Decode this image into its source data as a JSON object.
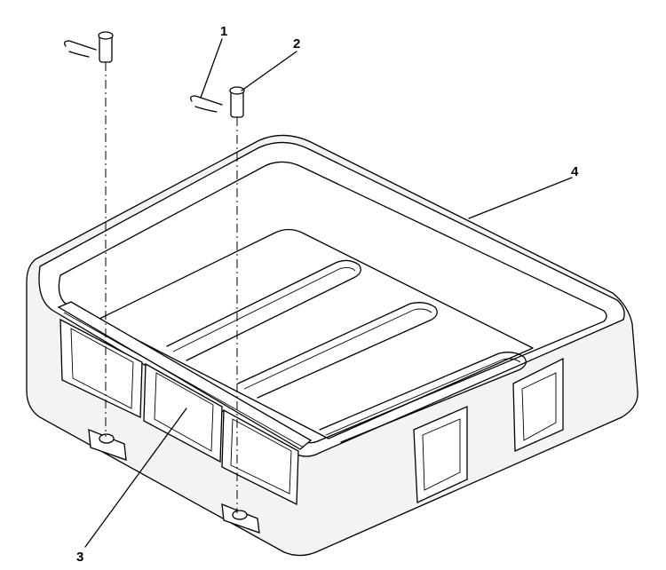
{
  "callouts": {
    "one": "1",
    "two": "2",
    "three": "3",
    "four": "4"
  }
}
